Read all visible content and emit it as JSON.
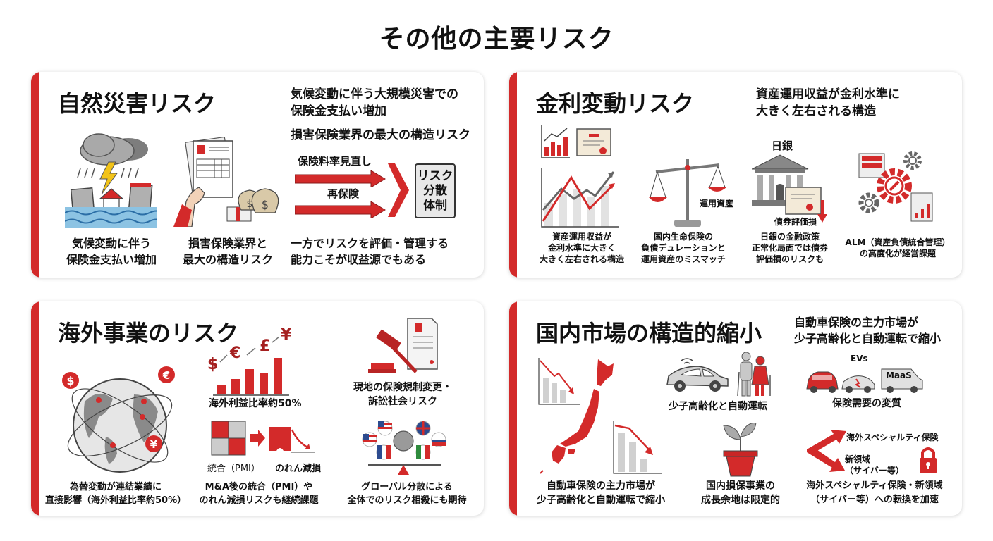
{
  "page": {
    "title": "その他の主要リスク"
  },
  "colors": {
    "accent": "#d32a2a",
    "gray": "#9a9a9a",
    "dark": "#111111",
    "box_bg": "#e8e8e8"
  },
  "cards": [
    {
      "title": "自然災害リスク",
      "summary": [
        "気候変動に伴う大規模災害での",
        "保険金支払い増加",
        "損害保険業界の最大の構造リスク"
      ],
      "icons": [
        "storm-flood-icon",
        "insurance-document-money-icon"
      ],
      "flow": {
        "arrow_labels": [
          "保険料率見直し",
          "再保険"
        ],
        "result_box": [
          "リスク",
          "分散",
          "体制"
        ]
      },
      "captions": [
        [
          "気候変動に伴う",
          "保険金支払い増加"
        ],
        [
          "損害保険業界と",
          "最大の構造リスク"
        ],
        [
          "一方でリスクを評価・管理する",
          "能力こそが収益源でもある"
        ]
      ]
    },
    {
      "title": "金利変動リスク",
      "summary": [
        "資産運用収益が金利水準に",
        "大きく左右される構造"
      ],
      "icons": [
        "bar-chart-icon",
        "certificate-icon",
        "line-chart-icon",
        "balance-scale-icon",
        "central-bank-icon",
        "gears-icon"
      ],
      "labels": {
        "scale": "運用資産",
        "bank": "日銀",
        "bond_loss": "債券評価損"
      },
      "captions": [
        [
          "資産運用収益が",
          "金利水準に大きく",
          "大きく左右される構造"
        ],
        [
          "国内生命保険の",
          "負債デュレーションと",
          "運用資産のミスマッチ"
        ],
        [
          "日銀の金融政策",
          "正常化局面では債券",
          "評価損のリスクも"
        ],
        [
          "ALM（資産負債統合管理）",
          "の高度化が経営課題"
        ]
      ]
    },
    {
      "title": "海外事業のリスク",
      "icons": [
        "globe-currency-icon",
        "currency-bar-chart-icon",
        "gavel-document-icon",
        "puzzle-integration-icon",
        "global-flags-balance-icon"
      ],
      "currencies": [
        "$",
        "€",
        "£",
        "¥"
      ],
      "globe_currencies": [
        "$",
        "€",
        "¥"
      ],
      "labels": {
        "overseas_ratio": "海外利益比率約50%",
        "pmi": "統合（PMI）",
        "goodwill": "のれん減損",
        "regulation": [
          "現地の保険規制変更・",
          "訴訟社会リスク"
        ]
      },
      "captions": [
        [
          "為替変動が連結業績に",
          "直接影響（海外利益比率約50%）"
        ],
        [
          "M&A後の統合（PMI）や",
          "のれん減損リスクも継続課題"
        ],
        [
          "グローバル分散による",
          "全体でのリスク相殺にも期待"
        ]
      ]
    },
    {
      "title": "国内市場の構造的縮小",
      "summary": [
        "自動車保険の主力市場が",
        "少子高齢化と自動運転で縮小"
      ],
      "icons": [
        "japan-map-icon",
        "declining-chart-icon",
        "autonomous-car-icon",
        "elderly-couple-icon",
        "vehicles-icon",
        "plant-pot-icon",
        "branch-arrows-icon",
        "lock-icon"
      ],
      "labels": {
        "aging": "少子高齢化と自動運転",
        "evs": "EVs",
        "maas": "MaaS",
        "demand": "保険需要の変質",
        "specialty": "海外スペシャルティ保険",
        "new_domain": [
          "新領域",
          "（サイバー等）"
        ]
      },
      "captions": [
        [
          "自動車保険の主力市場が",
          "少子高齢化と自動運転で縮小"
        ],
        [
          "国内損保事業の",
          "成長余地は限定的"
        ],
        [
          "海外スペシャルティ保険・新領域",
          "（サイバー等）への転換を加速"
        ]
      ]
    }
  ]
}
